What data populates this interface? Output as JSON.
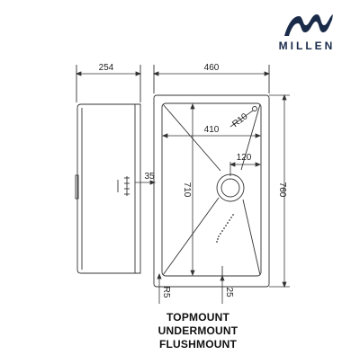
{
  "brand": {
    "name": "MILLEN",
    "logo_icon": "wave-logo-icon",
    "color": "#1a2b4a"
  },
  "dimensions": {
    "side_depth": "254",
    "overall_width": "460",
    "overall_length": "760",
    "inner_width": "410",
    "inner_length": "710",
    "corner_radius": "R10",
    "drain_offset": "120",
    "rim_offset": "35",
    "edge_radius": "R5",
    "flange": "25"
  },
  "mounting_options": [
    "TOPMOUNT",
    "UNDERMOUNT",
    "FLUSHMOUNT"
  ]
}
